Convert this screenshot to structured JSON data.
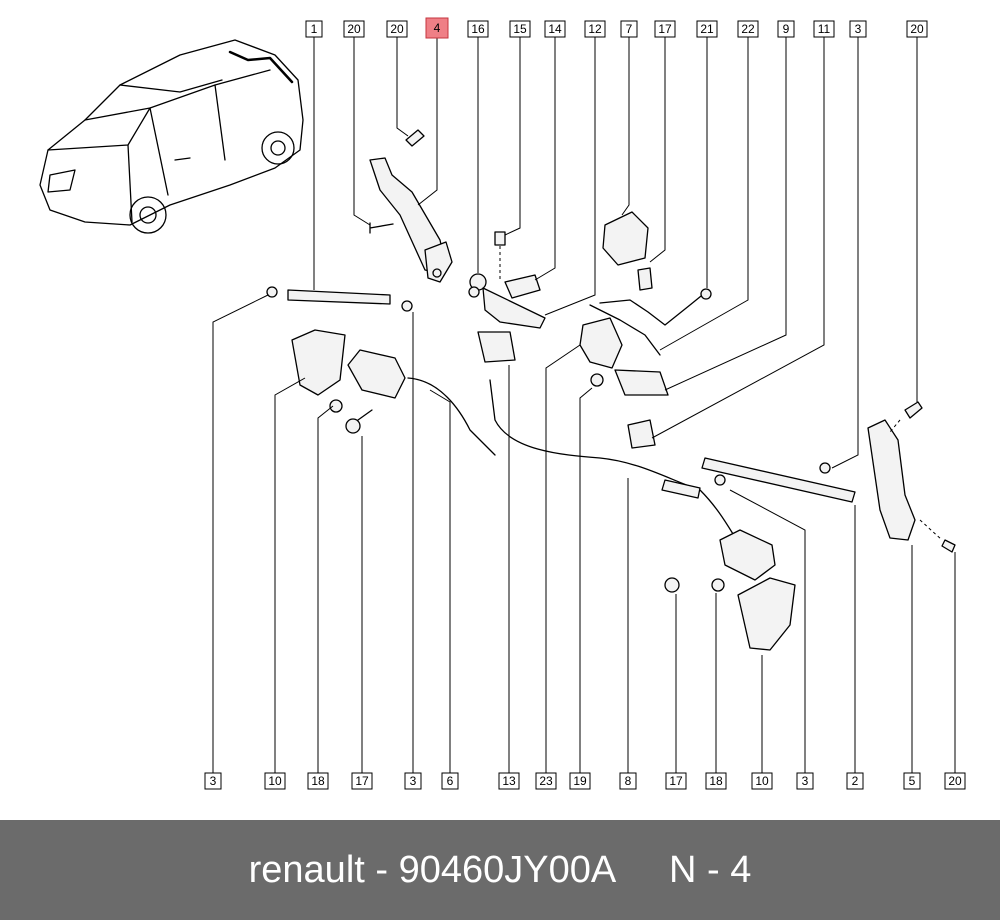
{
  "labels_top": [
    {
      "id": "top-1",
      "text": "1",
      "highlight": false
    },
    {
      "id": "top-20a",
      "text": "20",
      "highlight": false
    },
    {
      "id": "top-20b",
      "text": "20",
      "highlight": false
    },
    {
      "id": "top-4",
      "text": "4",
      "highlight": true
    },
    {
      "id": "top-16",
      "text": "16",
      "highlight": false
    },
    {
      "id": "top-15",
      "text": "15",
      "highlight": false
    },
    {
      "id": "top-14",
      "text": "14",
      "highlight": false
    },
    {
      "id": "top-12",
      "text": "12",
      "highlight": false
    },
    {
      "id": "top-7",
      "text": "7",
      "highlight": false
    },
    {
      "id": "top-17",
      "text": "17",
      "highlight": false
    },
    {
      "id": "top-21",
      "text": "21",
      "highlight": false
    },
    {
      "id": "top-22",
      "text": "22",
      "highlight": false
    },
    {
      "id": "top-9",
      "text": "9",
      "highlight": false
    },
    {
      "id": "top-11",
      "text": "11",
      "highlight": false
    },
    {
      "id": "top-3",
      "text": "3",
      "highlight": false
    },
    {
      "id": "top-20c",
      "text": "20",
      "highlight": false
    }
  ],
  "labels_bottom": [
    {
      "id": "bot-3a",
      "text": "3"
    },
    {
      "id": "bot-10a",
      "text": "10"
    },
    {
      "id": "bot-18a",
      "text": "18"
    },
    {
      "id": "bot-17a",
      "text": "17"
    },
    {
      "id": "bot-3b",
      "text": "3"
    },
    {
      "id": "bot-6",
      "text": "6"
    },
    {
      "id": "bot-13",
      "text": "13"
    },
    {
      "id": "bot-23",
      "text": "23"
    },
    {
      "id": "bot-19",
      "text": "19"
    },
    {
      "id": "bot-8",
      "text": "8"
    },
    {
      "id": "bot-17b",
      "text": "17"
    },
    {
      "id": "bot-18b",
      "text": "18"
    },
    {
      "id": "bot-10b",
      "text": "10"
    },
    {
      "id": "bot-3c",
      "text": "3"
    },
    {
      "id": "bot-2",
      "text": "2"
    },
    {
      "id": "bot-5",
      "text": "5"
    },
    {
      "id": "bot-20",
      "text": "20"
    }
  ],
  "footer": {
    "brand_part": "renault - 90460JY00A",
    "ref": "N - 4"
  },
  "colors": {
    "highlight_fill": "#ef7f86",
    "footer_bg": "#6b6b6b"
  }
}
